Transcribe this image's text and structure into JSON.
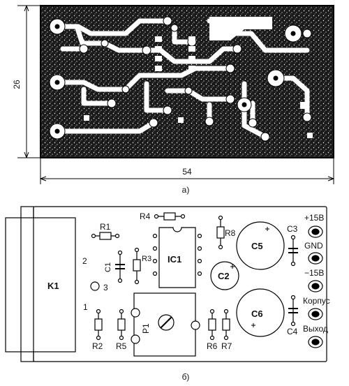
{
  "pcb_layout": {
    "height_label": "26",
    "width_label": "54",
    "caption": "а)"
  },
  "assembly": {
    "caption": "б)",
    "components": {
      "K1": "K1",
      "R1": "R1",
      "R2": "R2",
      "R3": "R3",
      "R4": "R4",
      "R5": "R5",
      "R6": "R6",
      "R7": "R7",
      "R8": "R8",
      "C1": "C1",
      "C2": "C2",
      "C3": "C3",
      "C4": "C4",
      "C5": "C5",
      "C6": "C6",
      "IC1": "IC1",
      "P1": "P1"
    },
    "relay_pins": [
      "2",
      "3",
      "1"
    ],
    "terminals": [
      "+15В",
      "GND",
      "−15В",
      "Корпус",
      "Выход"
    ]
  }
}
